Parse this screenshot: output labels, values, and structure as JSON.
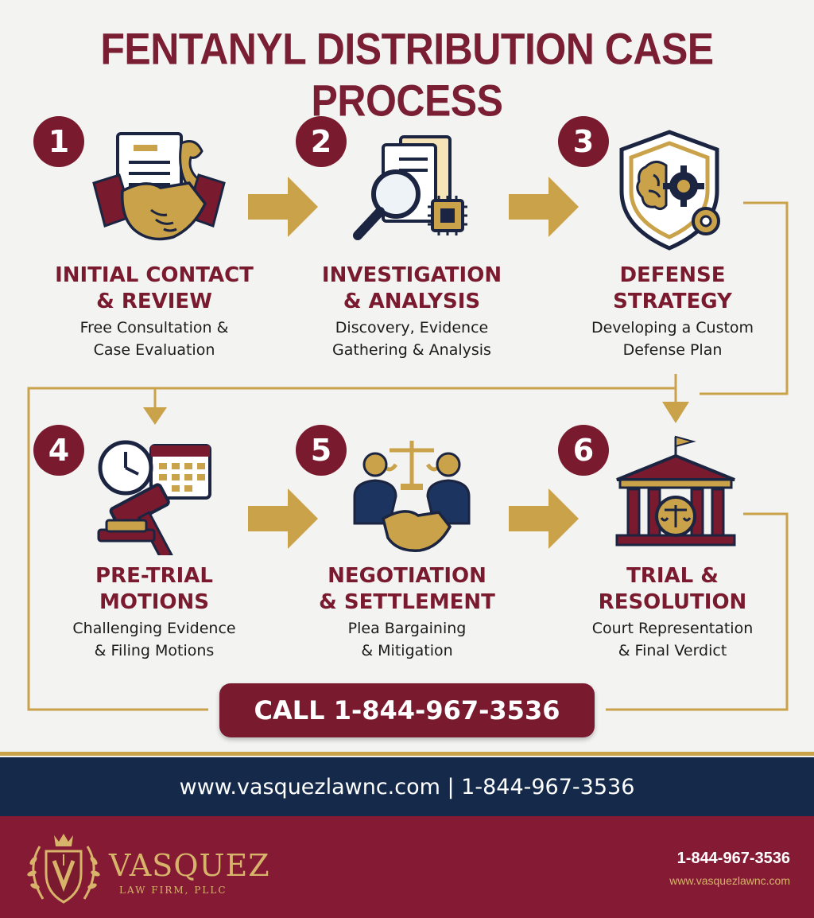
{
  "title": "FENTANYL DISTRIBUTION CASE PROCESS",
  "colors": {
    "maroon": "#7a1a2e",
    "gold": "#c9a24a",
    "navy": "#152a4a"
  },
  "steps": [
    {
      "number": "1",
      "title_line1": "INITIAL CONTACT",
      "title_line2": "& REVIEW",
      "sub_line1": "Free Consultation &",
      "sub_line2": "Case Evaluation",
      "icon": "handshake-document-phone-icon"
    },
    {
      "number": "2",
      "title_line1": "INVESTIGATION",
      "title_line2": "& ANALYSIS",
      "sub_line1": "Discovery, Evidence",
      "sub_line2": "Gathering & Analysis",
      "icon": "magnifier-documents-chip-icon"
    },
    {
      "number": "3",
      "title_line1": "DEFENSE",
      "title_line2": "STRATEGY",
      "sub_line1": "Developing a Custom",
      "sub_line2": "Defense Plan",
      "icon": "shield-brain-gear-icon"
    },
    {
      "number": "4",
      "title_line1": "PRE-TRIAL",
      "title_line2": "MOTIONS",
      "sub_line1": "Challenging Evidence",
      "sub_line2": "& Filing Motions",
      "icon": "gavel-clock-calendar-icon"
    },
    {
      "number": "5",
      "title_line1": "NEGOTIATION",
      "title_line2": "& SETTLEMENT",
      "sub_line1": "Plea Bargaining",
      "sub_line2": "& Mitigation",
      "icon": "scales-handshake-people-icon"
    },
    {
      "number": "6",
      "title_line1": "TRIAL &",
      "title_line2": "RESOLUTION",
      "sub_line1": "Court Representation",
      "sub_line2": "& Final Verdict",
      "icon": "courthouse-scales-icon"
    }
  ],
  "cta": "CALL 1-844-967-3536",
  "contact_bar": "www.vasquezlawnc.com | 1-844-967-3536",
  "footer": {
    "brand_name": "VASQUEZ",
    "brand_sub": "LAW FIRM, PLLC",
    "phone": "1-844-967-3536",
    "url": "www.vasquezlawnc.com",
    "logo_icon": "laurel-crest-logo-icon"
  }
}
